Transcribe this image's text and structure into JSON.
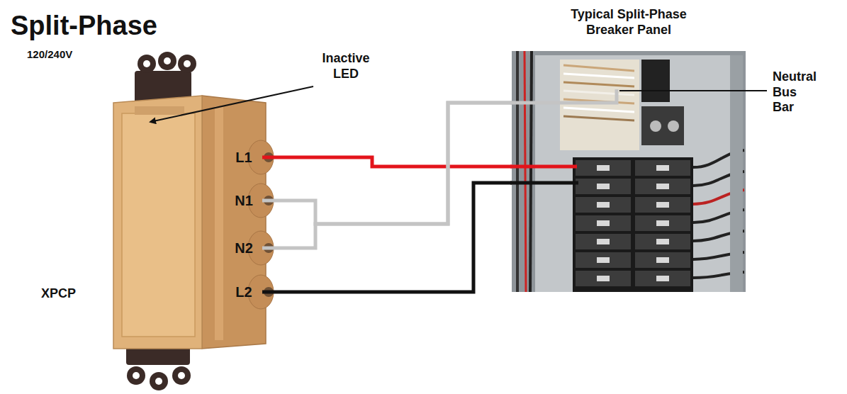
{
  "diagram": {
    "title": "Split-Phase",
    "nodes": [
      {
        "text": [
          "L1"
        ]
      },
      {
        "text": [
          "N1"
        ]
      },
      {
        "text": [
          "N2"
        ]
      },
      {
        "text": [
          "L2"
        ]
      },
      {
        "text": [
          "Typical Split-Phase Breaker Panel"
        ]
      }
    ],
    "edges": [
      {
        "from": 0,
        "to": 4,
        "arrow": "none"
      },
      {
        "from": 1,
        "to": 4,
        "arrow": "none"
      },
      {
        "from": 2,
        "to": 4,
        "arrow": "none"
      },
      {
        "from": 3,
        "to": 4,
        "arrow": "none"
      }
    ],
    "labels": [
      "120/240V",
      "Inactive LED",
      "XPCP",
      "Neutral Bus Bar"
    ]
  }
}
